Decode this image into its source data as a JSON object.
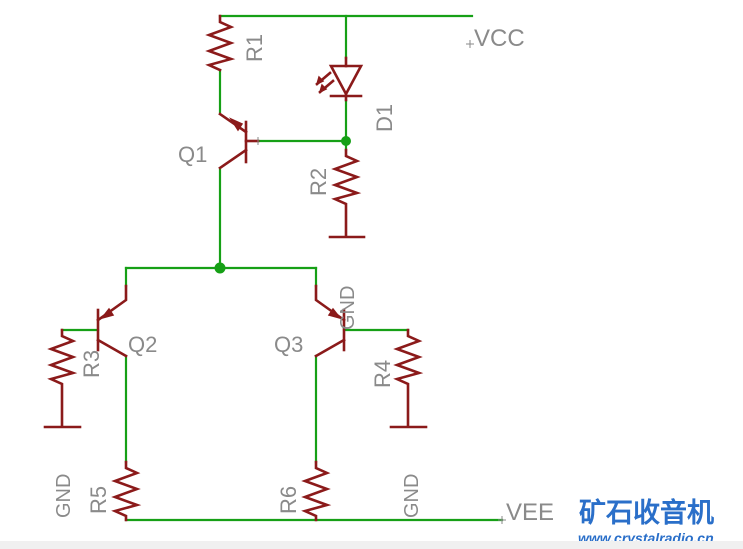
{
  "nets": {
    "vcc": "VCC",
    "vee": "VEE",
    "gnd": "GND"
  },
  "parts": {
    "r1": "R1",
    "r2": "R2",
    "r3": "R3",
    "r4": "R4",
    "r5": "R5",
    "r6": "R6",
    "d1": "D1",
    "q1": "Q1",
    "q2": "Q2",
    "q3": "Q3"
  },
  "watermark": {
    "brand": "矿石收音机",
    "url": "www.crystalradio.cn"
  },
  "colors": {
    "wire": "#16a016",
    "component": "#8b1a1a",
    "label": "#8a8a8a",
    "watermark": "#2a6fc9"
  }
}
